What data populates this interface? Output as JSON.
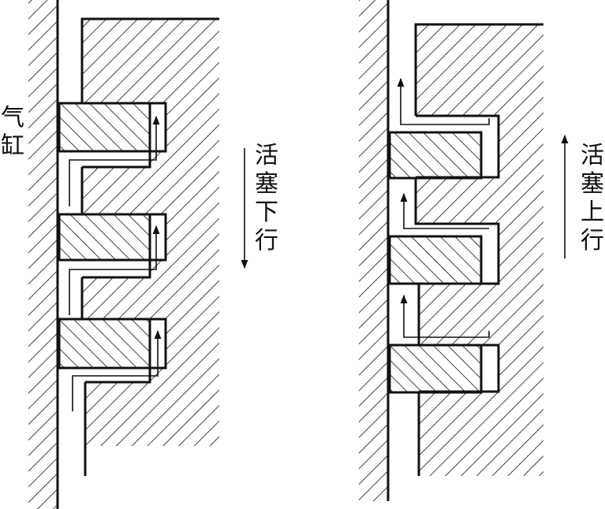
{
  "labels": {
    "cylinder": [
      "气",
      "缸"
    ],
    "piston_down": [
      "活",
      "塞",
      "下",
      "行"
    ],
    "piston_up": [
      "活",
      "塞",
      "上",
      "行"
    ]
  },
  "colors": {
    "stroke": "#111111",
    "background": "#ffffff"
  },
  "panels": [
    {
      "name": "piston-down-panel",
      "direction": "down",
      "rings": 3
    },
    {
      "name": "piston-up-panel",
      "direction": "up",
      "rings": 3
    }
  ]
}
